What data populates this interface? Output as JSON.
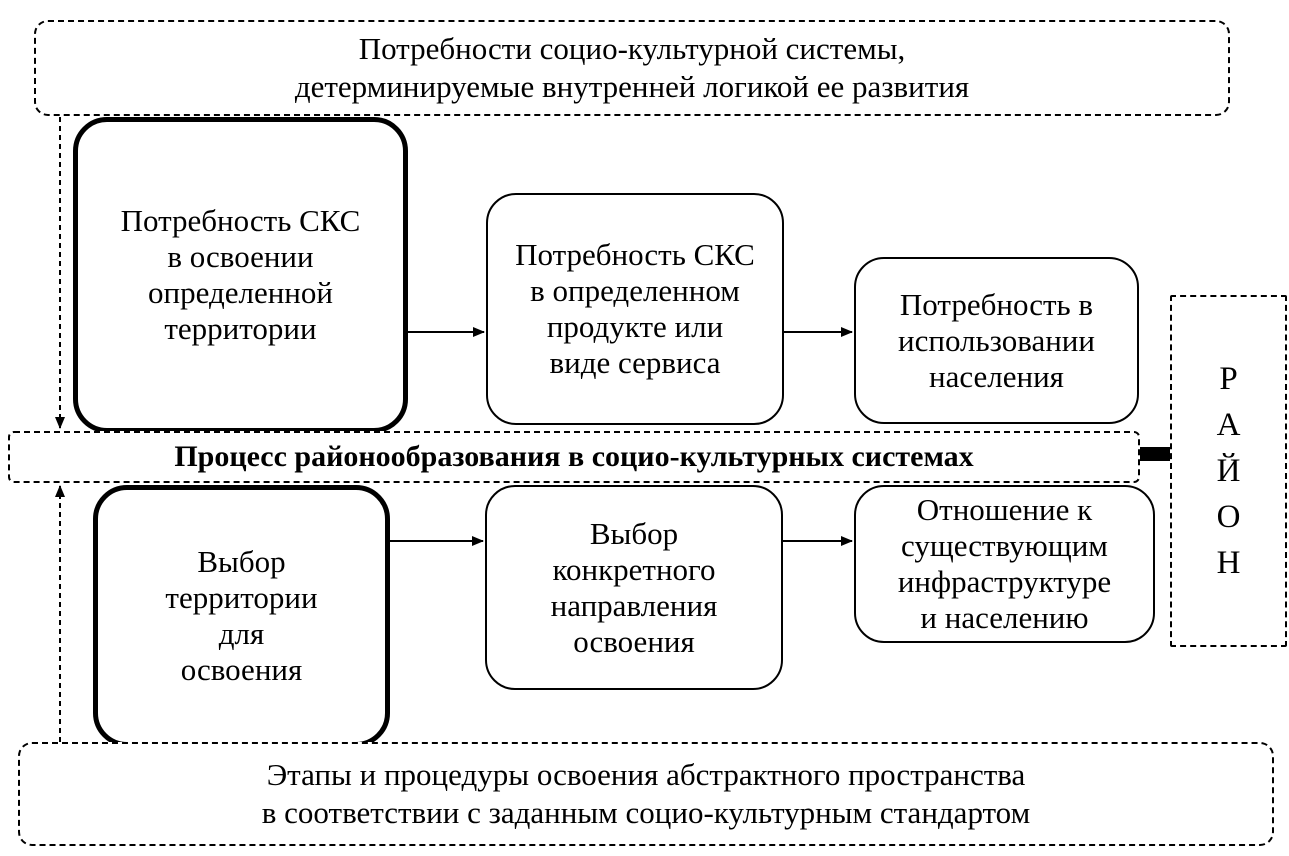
{
  "top": {
    "text": "Потребности социо-культурной системы,\nдетерминируемые внутренней логикой ее развития"
  },
  "upper_row": {
    "need_territory": "Потребность СКС\nв освоении\nопределенной\nтерритории",
    "need_product": "Потребность СКС\nв определенном\nпродукте или\nвиде сервиса",
    "need_population": "Потребность в\nиспользовании\nнаселения"
  },
  "process": {
    "label": "Процесс районообразования в социо-культурных системах"
  },
  "lower_row": {
    "choose_territory": "Выбор\nтерритории\nдля\nосвоения",
    "choose_direction": "Выбор\nконкретного\nнаправления\nосвоения",
    "attitude": "Отношение к\nсуществующим\nинфраструктуре\nи населению"
  },
  "raion": {
    "letters": "Р\nА\nЙ\nО\nН"
  },
  "bottom": {
    "text": "Этапы и процедуры освоения абстрактного пространства\nв соответствии с заданным социо-культурным стандартом"
  },
  "icons": {
    "big_arrow": "arrow-right-icon",
    "small_arrows": "arrowhead-icon"
  }
}
